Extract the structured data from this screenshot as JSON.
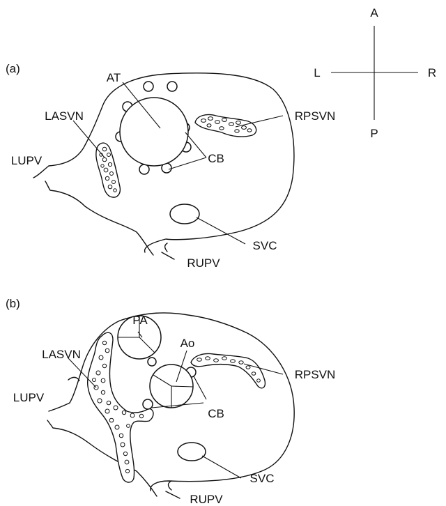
{
  "compass": {
    "anterior": "A",
    "posterior": "P",
    "left": "L",
    "right": "R"
  },
  "panel_a": {
    "tag": "(a)",
    "labels": {
      "at": "AT",
      "lasvn": "LASVN",
      "rpsvn": "RPSVN",
      "lupv": "LUPV",
      "cb": "CB",
      "svc": "SVC",
      "rupv": "RUPV"
    }
  },
  "panel_b": {
    "tag": "(b)",
    "labels": {
      "pa": "PA",
      "ao": "Ao",
      "lasvn": "LASVN",
      "rpsvn": "RPSVN",
      "lupv": "LUPV",
      "cb": "CB",
      "svc": "SVC",
      "rupv": "RUPV"
    }
  },
  "colors": {
    "ink": "#111111",
    "background": "#ffffff"
  }
}
